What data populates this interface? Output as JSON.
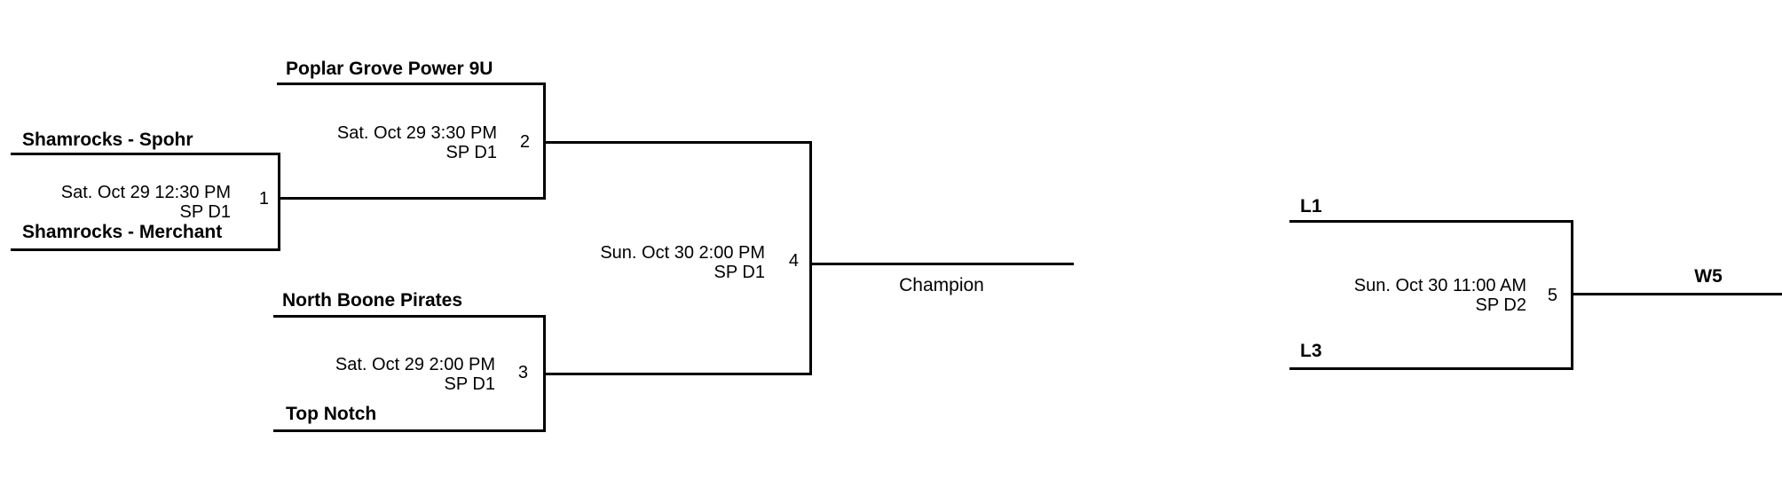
{
  "page": {
    "background": "#ffffff",
    "line_color": "#000000",
    "text_color": "#000000"
  },
  "bracket": {
    "games": [
      {
        "number": "1",
        "top_team": "Shamrocks - Spohr",
        "bottom_team": "Shamrocks - Merchant",
        "datetime": "Sat. Oct 29 12:30 PM",
        "venue": "SP D1"
      },
      {
        "number": "2",
        "top_team": "Poplar Grove Power 9U",
        "datetime": "Sat. Oct 29 3:30 PM",
        "venue": "SP D1"
      },
      {
        "number": "3",
        "top_team": "North Boone Pirates",
        "bottom_team": "Top Notch",
        "datetime": "Sat. Oct 29 2:00 PM",
        "venue": "SP D1"
      },
      {
        "number": "4",
        "datetime": "Sun. Oct 30 2:00 PM",
        "venue": "SP D1",
        "result_label": "Champion"
      },
      {
        "number": "5",
        "top_team": "L1",
        "bottom_team": "L3",
        "datetime": "Sun. Oct 30 11:00 AM",
        "venue": "SP D2",
        "result_label": "W5"
      }
    ]
  }
}
